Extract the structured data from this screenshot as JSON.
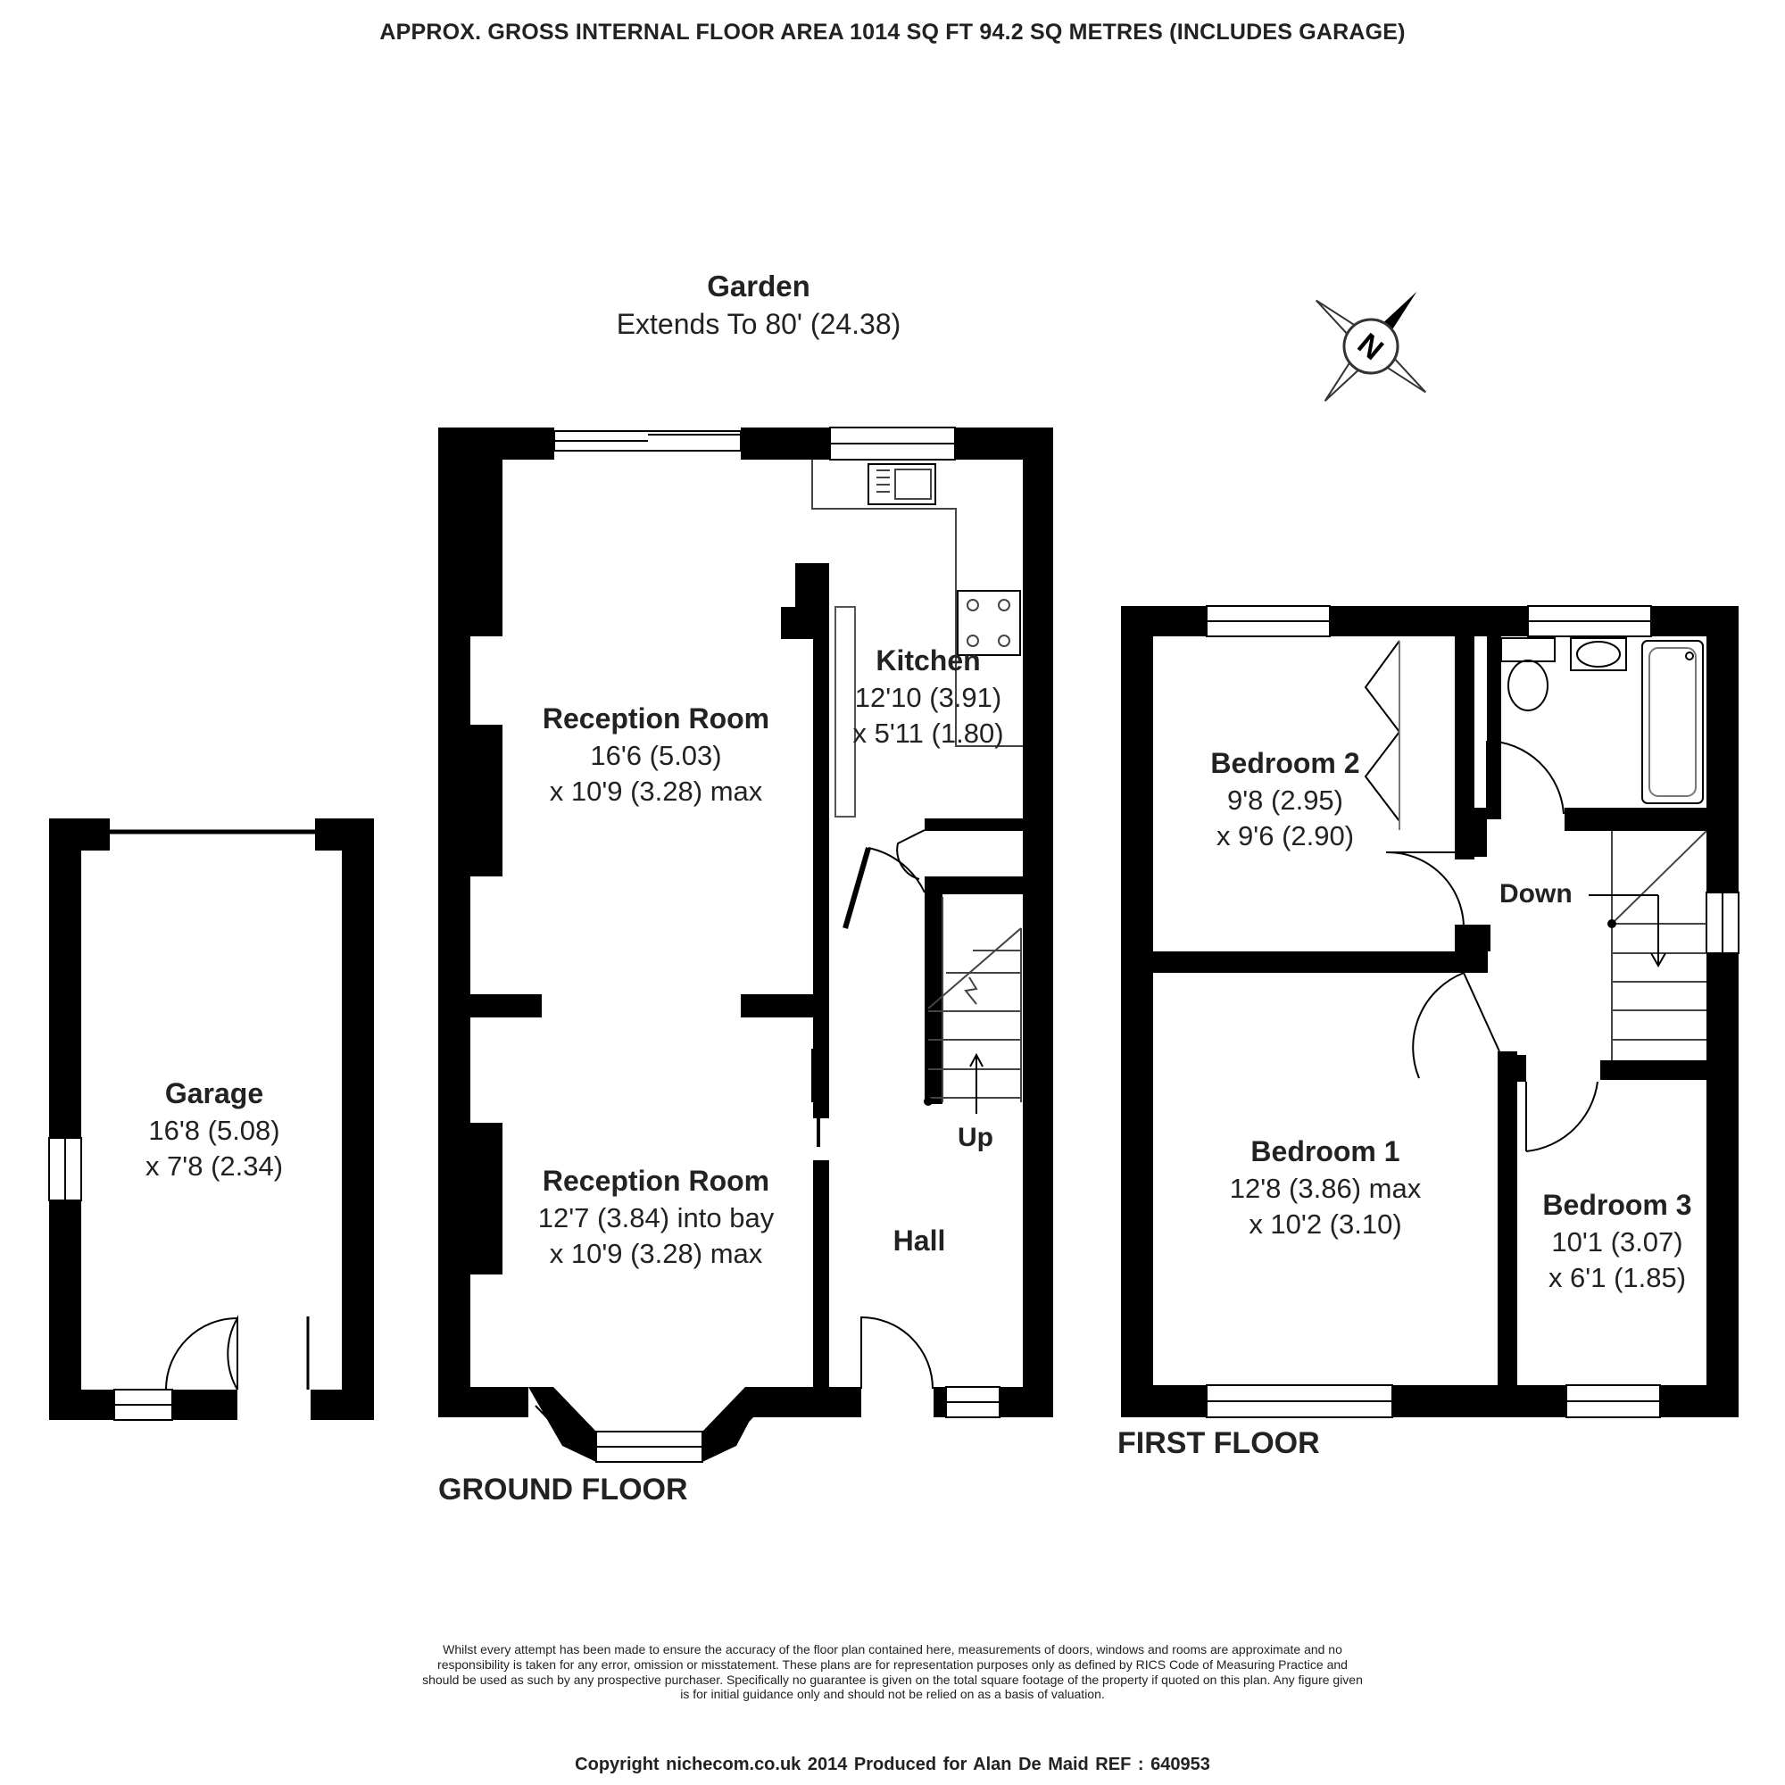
{
  "header": {
    "title": "APPROX. GROSS INTERNAL FLOOR AREA 1014 SQ FT 94.2 SQ METRES (INCLUDES GARAGE)"
  },
  "garden": {
    "name": "Garden",
    "extent": "Extends To 80' (24.38)"
  },
  "compass": {
    "letter": "N",
    "icon": "north-arrow-compass-icon"
  },
  "ground_floor": {
    "label": "GROUND FLOOR",
    "rooms": {
      "kitchen": {
        "name": "Kitchen",
        "dim1": "12'10 (3.91)",
        "dim2": "x 5'11 (1.80)"
      },
      "reception_rear": {
        "name": "Reception Room",
        "dim1": "16'6 (5.03)",
        "dim2": "x 10'9 (3.28) max"
      },
      "reception_front": {
        "name": "Reception Room",
        "dim1": "12'7 (3.84) into bay",
        "dim2": "x 10'9 (3.28) max"
      },
      "hall": {
        "name": "Hall"
      },
      "garage": {
        "name": "Garage",
        "dim1": "16'8 (5.08)",
        "dim2": "x 7'8 (2.34)"
      }
    },
    "stairs_label": "Up"
  },
  "first_floor": {
    "label": "FIRST FLOOR",
    "rooms": {
      "bedroom2": {
        "name": "Bedroom 2",
        "dim1": "9'8 (2.95)",
        "dim2": "x 9'6 (2.90)"
      },
      "bedroom1": {
        "name": "Bedroom 1",
        "dim1": "12'8 (3.86) max",
        "dim2": "x 10'2 (3.10)"
      },
      "bedroom3": {
        "name": "Bedroom 3",
        "dim1": "10'1 (3.07)",
        "dim2": "x 6'1 (1.85)"
      }
    },
    "stairs_label": "Down"
  },
  "disclaimer": "Whilst every attempt has been made to ensure the accuracy of the floor plan contained here, measurements of doors, windows and rooms are approximate and no responsibility is taken for any error, omission or misstatement. These plans are for representation purposes only as defined by RICS Code of Measuring Practice and should be used as such by any prospective purchaser.  Specifically no guarantee is given on the total square footage of the property if quoted on this plan. Any figure given is for initial guidance only and should not be relied on as a basis of valuation.",
  "footer": {
    "text": "Copyright nichecom.co.uk 2014    Produced for Alan De Maid   REF :  640953"
  },
  "colors": {
    "wall": "#000000",
    "fixture_line": "#555555",
    "text": "#222222"
  }
}
